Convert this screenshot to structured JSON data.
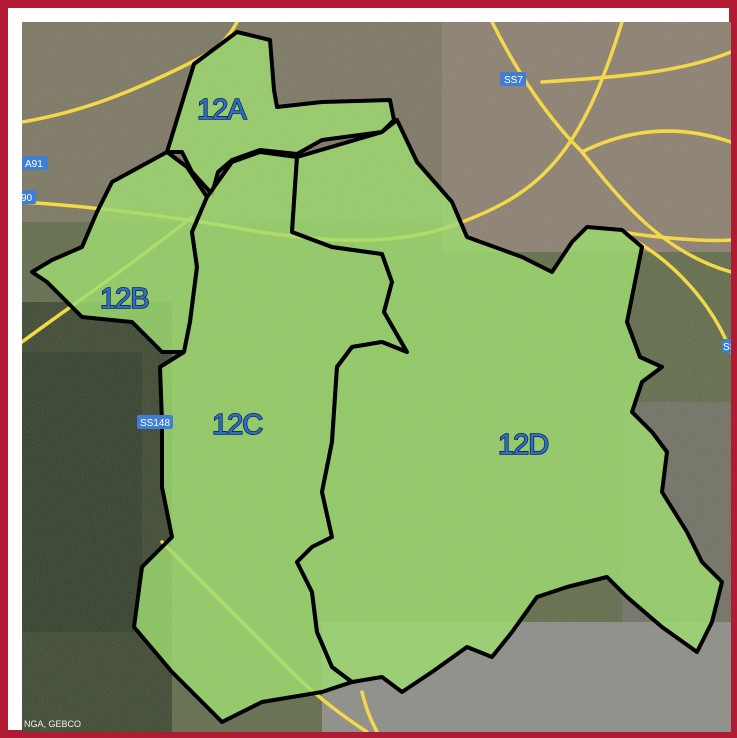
{
  "map": {
    "zones": [
      {
        "id": "12A",
        "label": "12A",
        "color": "#9fdc72"
      },
      {
        "id": "12B",
        "label": "12B",
        "color": "#9fdc72"
      },
      {
        "id": "12C",
        "label": "12C",
        "color": "#9fdc72"
      },
      {
        "id": "12D",
        "label": "12D",
        "color": "#9fdc72"
      }
    ],
    "road_labels": [
      "SS7",
      "A91",
      "90",
      "SS148",
      "SS"
    ],
    "attribution": "NGA, GEBCO",
    "frame_color": "#b11a33",
    "boundary_color": "#000000",
    "road_color": "#f3d84a"
  }
}
